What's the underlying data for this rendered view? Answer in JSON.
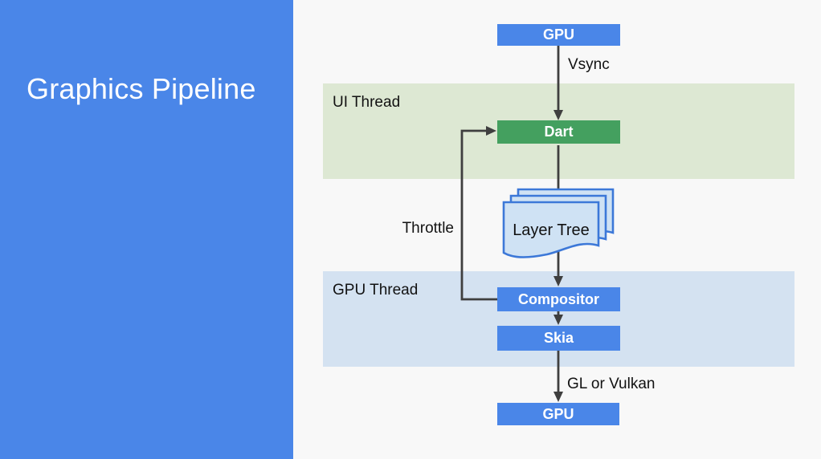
{
  "slide": {
    "title": "Graphics Pipeline",
    "background_color": "#f8f8f8",
    "panel_color": "#4a86e8",
    "title_color": "#ffffff"
  },
  "bands": {
    "ui_thread": {
      "label": "UI Thread",
      "color": "#dde8d3"
    },
    "gpu_thread": {
      "label": "GPU Thread",
      "color": "#d4e2f1"
    }
  },
  "nodes": {
    "gpu_top": {
      "label": "GPU",
      "color": "#4a86e8"
    },
    "dart": {
      "label": "Dart",
      "color": "#44a05f"
    },
    "layer_tree": {
      "label": "Layer Tree",
      "fill_color": "#cfe2f4",
      "border_color": "#3c78d8"
    },
    "compositor": {
      "label": "Compositor",
      "color": "#4a86e8"
    },
    "skia": {
      "label": "Skia",
      "color": "#4a86e8"
    },
    "gpu_bottom": {
      "label": "GPU",
      "color": "#4a86e8"
    }
  },
  "edges": {
    "vsync": {
      "label": "Vsync"
    },
    "throttle": {
      "label": "Throttle"
    },
    "gl_or_vulkan": {
      "label": "GL or Vulkan"
    },
    "line_color": "#3f3f3f"
  }
}
